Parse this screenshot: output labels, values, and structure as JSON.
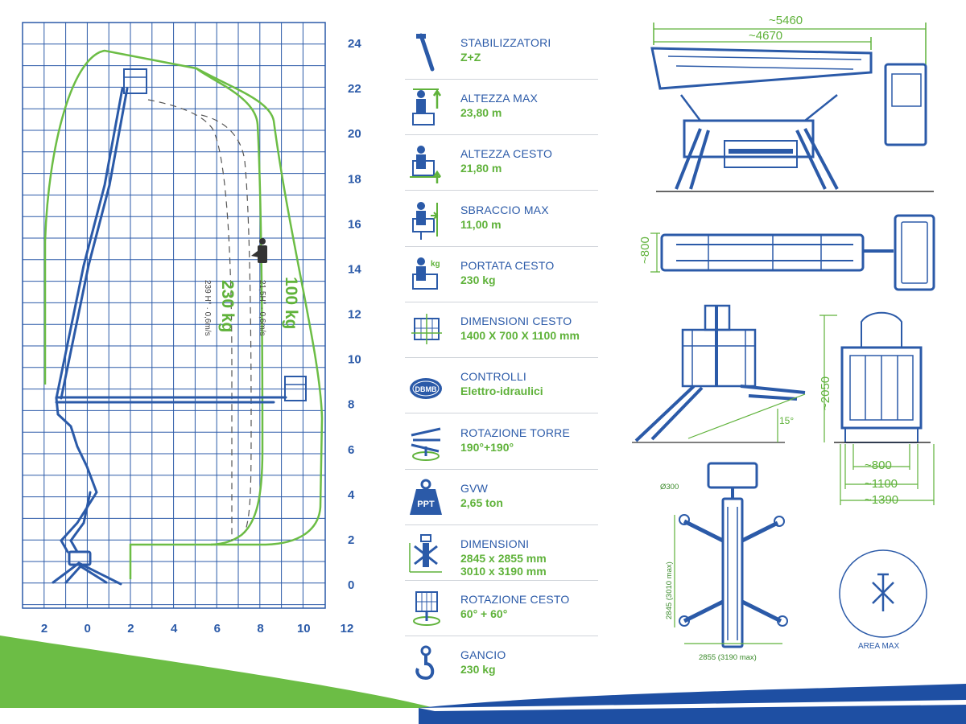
{
  "chart": {
    "x_ticks": [
      "2",
      "0",
      "2",
      "4",
      "6",
      "8",
      "10",
      "12"
    ],
    "y_ticks": [
      "0",
      "2",
      "4",
      "6",
      "8",
      "10",
      "12",
      "14",
      "16",
      "18",
      "20",
      "22",
      "24"
    ],
    "loads": [
      {
        "label": "230 kg",
        "speed": "239 H° · 0,6m/s"
      },
      {
        "label": "100 kg",
        "speed": "21,5H° · 0,6m/s"
      }
    ]
  },
  "specs": [
    {
      "label": "STABILIZZATORI",
      "value": "Z+Z",
      "icon": "stabilizer-icon"
    },
    {
      "label": "ALTEZZA MAX",
      "value": "23,80 m",
      "icon": "max-height-icon"
    },
    {
      "label": "ALTEZZA CESTO",
      "value": "21,80 m",
      "icon": "basket-height-icon"
    },
    {
      "label": "SBRACCIO MAX",
      "value": "11,00 m",
      "icon": "outreach-icon"
    },
    {
      "label": "PORTATA CESTO",
      "value": "230 kg",
      "icon": "basket-load-icon"
    },
    {
      "label": "DIMENSIONI CESTO",
      "value": "1400 X 700 X 1100 mm",
      "icon": "basket-size-icon"
    },
    {
      "label": "CONTROLLI",
      "value": "Elettro-idraulici",
      "icon": "controls-icon"
    },
    {
      "label": "ROTAZIONE TORRE",
      "value": "190°+190°",
      "icon": "tower-rotation-icon"
    },
    {
      "label": "GVW",
      "value": "2,65 ton",
      "icon": "weight-icon"
    },
    {
      "label": "DIMENSIONI",
      "value": "2845 x 2855 mm",
      "value2": "3010 x 3190 mm",
      "icon": "dimensions-icon"
    },
    {
      "label": "ROTAZIONE CESTO",
      "value": "60° + 60°",
      "icon": "basket-rotation-icon"
    },
    {
      "label": "GANCIO",
      "value": "230 kg",
      "icon": "hook-icon"
    }
  ],
  "controls_badge": "DBMB",
  "weight_badge": "PPT",
  "kg_badge": "kg",
  "dims": {
    "length_total": "~5460",
    "length_base": "~4670",
    "width_top": "~800",
    "height": "~2050",
    "angle": "15°",
    "width_track": "~800",
    "width_mid": "~1100",
    "width_max": "~1390",
    "foot_diameter": "Ø300",
    "footprint_h": "2845 (3010 max)",
    "footprint_w": "2855 (3190 max)",
    "area_label": "AREA MAX"
  }
}
